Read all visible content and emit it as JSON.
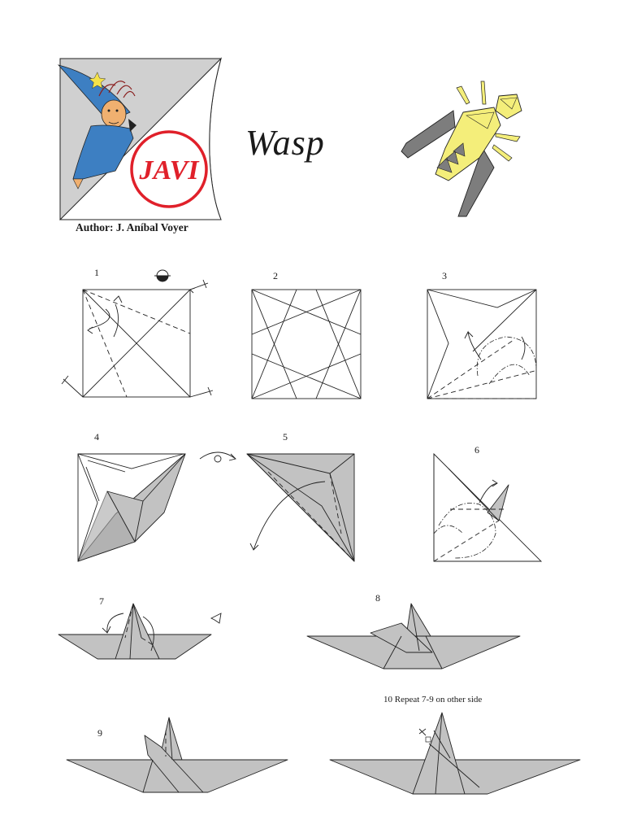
{
  "document": {
    "title": "Wasp",
    "author": "Author: J. Aníbal Voyer",
    "logo_text": "JAVI"
  },
  "steps": [
    {
      "number": "1"
    },
    {
      "number": "2"
    },
    {
      "number": "3"
    },
    {
      "number": "4"
    },
    {
      "number": "5"
    },
    {
      "number": "6"
    },
    {
      "number": "7"
    },
    {
      "number": "8"
    },
    {
      "number": "9"
    },
    {
      "number": "10",
      "caption": "10 Repeat 7-9 on other side"
    }
  ],
  "colors": {
    "paper_grey": "#c2c2c2",
    "wing_grey": "#7d7d7d",
    "wasp_yellow": "#f4ee7a",
    "logo_red": "#e0202a",
    "wizard_blue": "#3d7fc2"
  }
}
